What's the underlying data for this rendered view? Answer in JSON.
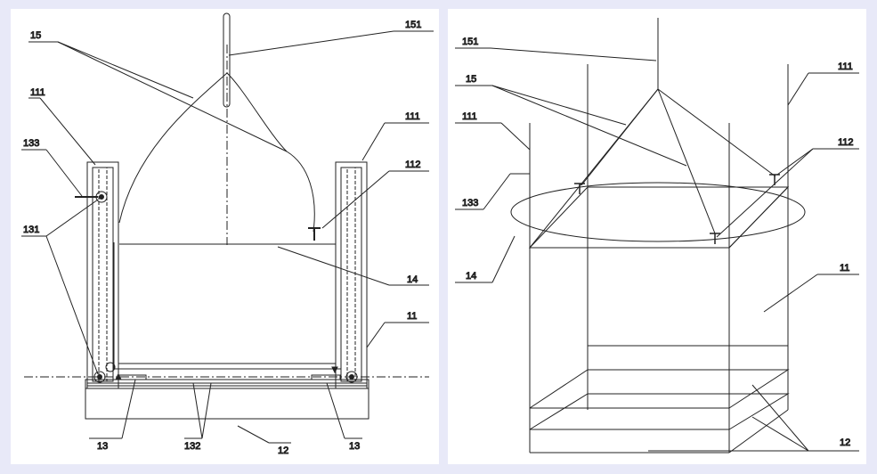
{
  "colors": {
    "background": "#e8e9f8",
    "panel": "#ffffff",
    "line": "#222222"
  },
  "left": {
    "labels": {
      "l15": "15",
      "l151": "151",
      "l111a": "111",
      "l111b": "111",
      "l133": "133",
      "l112": "112",
      "l131": "131",
      "l14": "14",
      "l11": "11",
      "l13a": "13",
      "l132": "132",
      "l12": "12",
      "l13b": "13"
    }
  },
  "right": {
    "labels": {
      "l151": "151",
      "l111a": "111",
      "l15": "15",
      "l111b": "111",
      "l112": "112",
      "l133": "133",
      "l14": "14",
      "l11": "11",
      "l12": "12"
    }
  }
}
